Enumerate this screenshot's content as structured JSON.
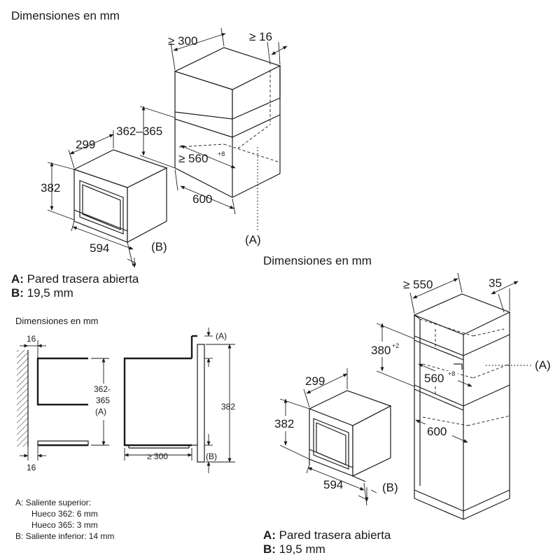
{
  "panel1": {
    "title": "Dimensiones en mm",
    "dim_top_depth": "≥ 300",
    "dim_top_gap": "≥ 16",
    "dim_niche_height": "362–365",
    "dim_unit_depth": "299",
    "dim_unit_height": "382",
    "dim_niche_depth": "≥ 560",
    "dim_niche_depth_tol": "+8",
    "dim_niche_width": "600",
    "dim_unit_width": "594",
    "marker_a": "(A)",
    "marker_b": "(B)",
    "legend_a_key": "A:",
    "legend_a_text": " Pared trasera abierta",
    "legend_b_key": "B:",
    "legend_b_text": " 19,5 mm"
  },
  "panel2": {
    "title": "Dimensiones en mm",
    "dim_wall_gap_top": "16",
    "dim_wall_gap_bottom": "16",
    "dim_niche_height_a": "362-",
    "dim_niche_height_b": "365",
    "dim_niche_height_c": "(A)",
    "dim_depth": "≥ 300",
    "dim_height": "382",
    "marker_a": "(A)",
    "marker_b": "(B)",
    "legend_a_key": "A",
    "legend_a_line1": ": Saliente superior:",
    "legend_a_line2": "Hueco 362: 6 mm",
    "legend_a_line3": "Hueco 365: 3 mm",
    "legend_b_key": "B",
    "legend_b_line1": ": Saliente inferior: 14 mm"
  },
  "panel3": {
    "title": "Dimensiones en mm",
    "dim_top_depth": "≥ 550",
    "dim_top_gap": "35",
    "dim_niche_height": "380",
    "dim_niche_height_tol": "+2",
    "dim_niche_depth": "560",
    "dim_niche_depth_tol": "+8",
    "dim_niche_width": "600",
    "dim_unit_depth": "299",
    "dim_unit_height": "382",
    "dim_unit_width": "594",
    "marker_a": "(A)",
    "marker_b": "(B)",
    "legend_a_key": "A:",
    "legend_a_text": " Pared trasera abierta",
    "legend_b_key": "B:",
    "legend_b_text": " 19,5 mm"
  }
}
